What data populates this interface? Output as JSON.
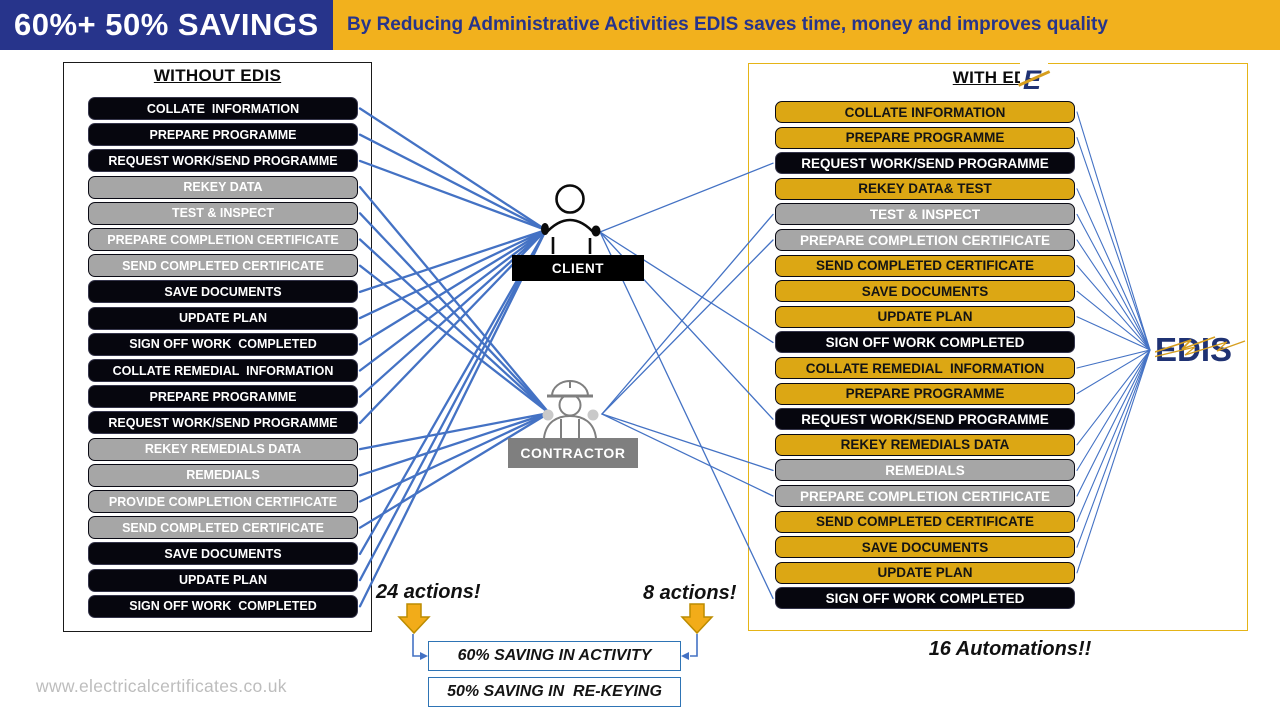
{
  "header": {
    "savings": "60%+ 50% SAVINGS",
    "tagline": "By Reducing Administrative Activities EDIS saves time, money and improves quality"
  },
  "without_panel": {
    "title": "WITHOUT EDIS",
    "actions_note": "24 actions!",
    "bars": [
      {
        "label": "COLLATE  INFORMATION",
        "style": "black",
        "connects_to": [
          "client"
        ]
      },
      {
        "label": "PREPARE PROGRAMME",
        "style": "black",
        "connects_to": [
          "client"
        ]
      },
      {
        "label": "REQUEST WORK/SEND PROGRAMME",
        "style": "black",
        "connects_to": [
          "client"
        ]
      },
      {
        "label": "REKEY DATA",
        "style": "gray",
        "connects_to": [
          "contractor"
        ]
      },
      {
        "label": "TEST & INSPECT",
        "style": "gray",
        "connects_to": [
          "contractor"
        ]
      },
      {
        "label": "PREPARE COMPLETION CERTIFICATE",
        "style": "gray",
        "connects_to": [
          "contractor"
        ]
      },
      {
        "label": "SEND COMPLETED CERTIFICATE",
        "style": "gray",
        "connects_to": [
          "contractor"
        ]
      },
      {
        "label": "SAVE DOCUMENTS",
        "style": "black",
        "connects_to": [
          "client"
        ]
      },
      {
        "label": "UPDATE PLAN",
        "style": "black",
        "connects_to": [
          "client"
        ]
      },
      {
        "label": "SIGN OFF WORK  COMPLETED",
        "style": "black",
        "connects_to": [
          "client"
        ]
      },
      {
        "label": "COLLATE REMEDIAL  INFORMATION",
        "style": "black",
        "connects_to": [
          "client"
        ]
      },
      {
        "label": "PREPARE PROGRAMME",
        "style": "black",
        "connects_to": [
          "client"
        ]
      },
      {
        "label": "REQUEST WORK/SEND PROGRAMME",
        "style": "black",
        "connects_to": [
          "client"
        ]
      },
      {
        "label": "REKEY REMEDIALS DATA",
        "style": "gray",
        "connects_to": [
          "contractor"
        ]
      },
      {
        "label": "REMEDIALS",
        "style": "gray",
        "connects_to": [
          "contractor"
        ]
      },
      {
        "label": "PROVIDE COMPLETION CERTIFICATE",
        "style": "gray",
        "connects_to": [
          "contractor"
        ]
      },
      {
        "label": "SEND COMPLETED CERTIFICATE",
        "style": "gray",
        "connects_to": [
          "contractor"
        ]
      },
      {
        "label": "SAVE DOCUMENTS",
        "style": "black",
        "connects_to": [
          "client"
        ]
      },
      {
        "label": "UPDATE PLAN",
        "style": "black",
        "connects_to": [
          "client"
        ]
      },
      {
        "label": "SIGN OFF WORK  COMPLETED",
        "style": "black",
        "connects_to": [
          "client"
        ]
      }
    ]
  },
  "with_panel": {
    "title": "WITH EDIS",
    "actions_note": "8 actions!",
    "automations_note": "16 Automations!!",
    "bars": [
      {
        "label": "COLLATE INFORMATION",
        "style": "gold",
        "connects_to": [
          "edis"
        ]
      },
      {
        "label": "PREPARE PROGRAMME",
        "style": "gold",
        "connects_to": [
          "edis"
        ]
      },
      {
        "label": "REQUEST WORK/SEND PROGRAMME",
        "style": "black",
        "connects_to": [
          "client"
        ]
      },
      {
        "label": "REKEY DATA& TEST",
        "style": "gold",
        "connects_to": [
          "edis"
        ]
      },
      {
        "label": "TEST & INSPECT",
        "style": "gray",
        "connects_to": [
          "contractor",
          "edis"
        ]
      },
      {
        "label": "PREPARE COMPLETION CERTIFICATE",
        "style": "gray",
        "connects_to": [
          "contractor",
          "edis"
        ]
      },
      {
        "label": "SEND COMPLETED CERTIFICATE",
        "style": "gold",
        "connects_to": [
          "edis"
        ]
      },
      {
        "label": "SAVE DOCUMENTS",
        "style": "gold",
        "connects_to": [
          "edis"
        ]
      },
      {
        "label": "UPDATE PLAN",
        "style": "gold",
        "connects_to": [
          "edis"
        ]
      },
      {
        "label": "SIGN OFF WORK COMPLETED",
        "style": "black",
        "connects_to": [
          "client"
        ]
      },
      {
        "label": "COLLATE REMEDIAL  INFORMATION",
        "style": "gold",
        "connects_to": [
          "edis"
        ]
      },
      {
        "label": "PREPARE PROGRAMME",
        "style": "gold",
        "connects_to": [
          "edis"
        ]
      },
      {
        "label": "REQUEST WORK/SEND PROGRAMME",
        "style": "black",
        "connects_to": [
          "client"
        ]
      },
      {
        "label": "REKEY REMEDIALS DATA",
        "style": "gold",
        "connects_to": [
          "edis"
        ]
      },
      {
        "label": "REMEDIALS",
        "style": "gray",
        "connects_to": [
          "contractor",
          "edis"
        ]
      },
      {
        "label": "PREPARE COMPLETION CERTIFICATE",
        "style": "gray",
        "connects_to": [
          "contractor",
          "edis"
        ]
      },
      {
        "label": "SEND COMPLETED CERTIFICATE",
        "style": "gold",
        "connects_to": [
          "edis"
        ]
      },
      {
        "label": "SAVE DOCUMENTS",
        "style": "gold",
        "connects_to": [
          "edis"
        ]
      },
      {
        "label": "UPDATE PLAN",
        "style": "gold",
        "connects_to": [
          "edis"
        ]
      },
      {
        "label": "SIGN OFF WORK COMPLETED",
        "style": "black",
        "connects_to": [
          "client"
        ]
      }
    ]
  },
  "actors": {
    "client": "CLIENT",
    "contractor": "CONTRACTOR"
  },
  "edis_logo_text": "EDIS",
  "edis_icon_letter": "E",
  "savings_boxes": {
    "activity": "60% SAVING IN ACTIVITY",
    "rekeying": "50% SAVING IN  RE-KEYING"
  },
  "footer": "www.electricalcertificates.co.uk",
  "colors": {
    "header_blue": "#27348B",
    "header_gold": "#F2B11D",
    "bar_gold": "#DCA714",
    "bar_gray": "#A6A6A6",
    "bar_black": "#06060E",
    "line_blue": "#4472C4",
    "panel_gold_border": "#E5B417",
    "edis_navy": "#1F3273",
    "lightning_gold": "#D69E1E",
    "arrow_gold": "#F2AC19"
  }
}
